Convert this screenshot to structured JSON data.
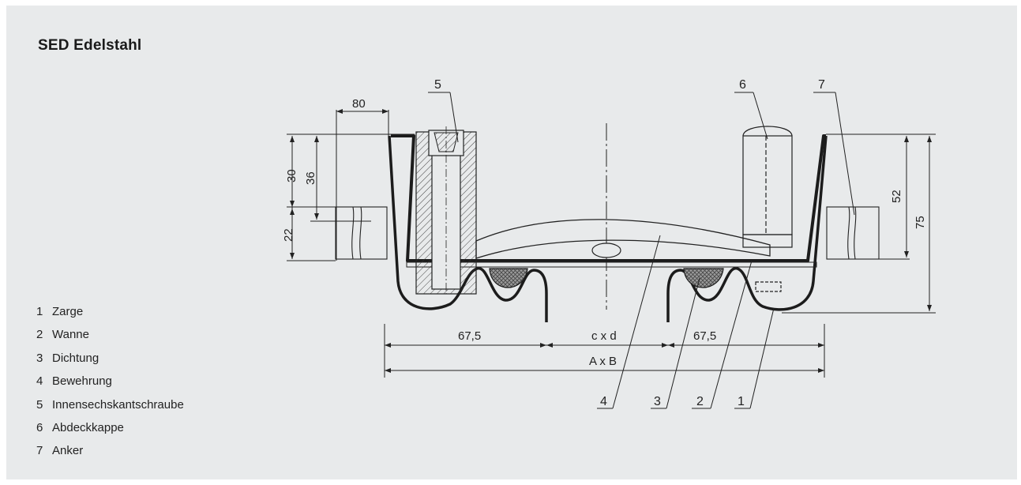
{
  "title": "SED Edelstahl",
  "legend": [
    {
      "num": "1",
      "label": "Zarge"
    },
    {
      "num": "2",
      "label": "Wanne"
    },
    {
      "num": "3",
      "label": "Dichtung"
    },
    {
      "num": "4",
      "label": "Bewehrung"
    },
    {
      "num": "5",
      "label": "Innensechskantschraube"
    },
    {
      "num": "6",
      "label": "Abdeckkappe"
    },
    {
      "num": "7",
      "label": "Anker"
    }
  ],
  "dimensions": {
    "anchor_width": "80",
    "depth_30": "30",
    "depth_36": "36",
    "depth_22": "22",
    "height_52": "52",
    "height_75": "75",
    "left_67_5": "67,5",
    "right_67_5": "67,5",
    "opening": "c x d",
    "overall": "A x B"
  },
  "callouts": {
    "screw": "5",
    "cap": "6",
    "anchor": "7",
    "reinforcement": "4",
    "seal": "3",
    "tray": "2",
    "frame": "1"
  },
  "colors": {
    "panel_background": "#e8eaeb",
    "line": "#1c1c1c",
    "seal_fill": "#8a8a8a"
  }
}
